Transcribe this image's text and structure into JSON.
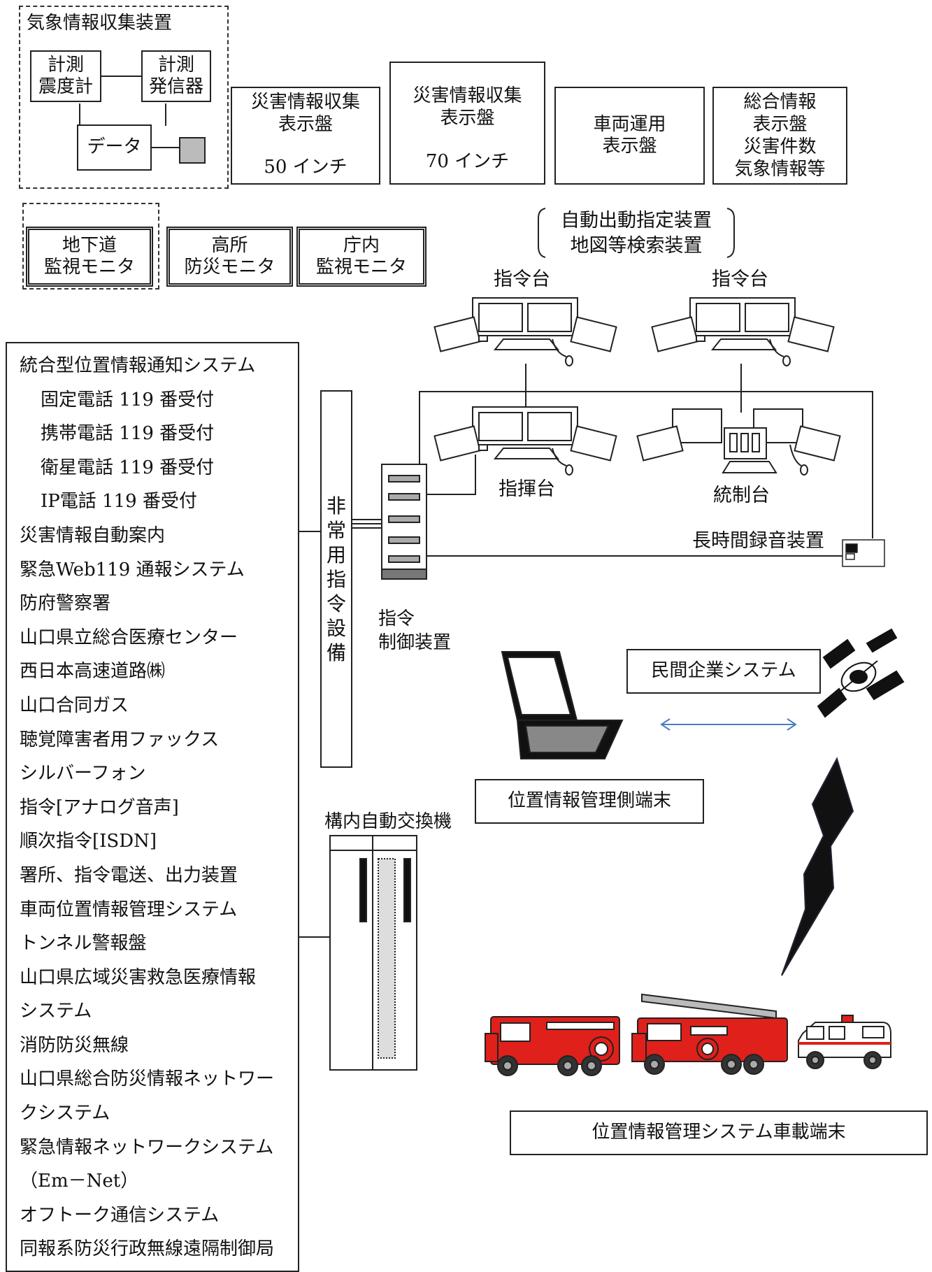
{
  "weather_device": {
    "title": "気象情報収集装置",
    "seismometer": [
      "計測",
      "震度計"
    ],
    "transmitter": [
      "計測",
      "発信器"
    ],
    "data_label": "データ"
  },
  "monitors": [
    {
      "lines": [
        "地下道",
        "監視モニタ"
      ]
    },
    {
      "lines": [
        "高所",
        "防災モニタ"
      ]
    },
    {
      "lines": [
        "庁内",
        "監視モニタ"
      ]
    }
  ],
  "display_panels": [
    {
      "lines": [
        "災害情報収集",
        "表示盤"
      ],
      "size": "50 インチ"
    },
    {
      "lines": [
        "災害情報収集",
        "表示盤"
      ],
      "size": "70 インチ"
    },
    {
      "lines": [
        "車両運用",
        "表示盤"
      ]
    },
    {
      "lines": [
        "総合情報",
        "表示盤",
        "災害件数",
        "気象情報等"
      ]
    }
  ],
  "auto_dispatch": {
    "lines": [
      "自動出動指定装置",
      "地図等検索装置"
    ]
  },
  "consoles": {
    "dispatch_1": "指令台",
    "dispatch_2": "指令台",
    "command": "指揮台",
    "control": "統制台"
  },
  "recorder": "長時間録音装置",
  "emergency_equipment": [
    "非",
    "常",
    "用",
    "指",
    "令",
    "設",
    "備"
  ],
  "command_controller": [
    "指令",
    "制御装置"
  ],
  "pbx": "構内自動交換機",
  "private_system": "民間企業システム",
  "location_terminal": "位置情報管理側端末",
  "vehicle_terminal": "位置情報管理システム車載端末",
  "left_list": [
    {
      "text": "統合型位置情報通知システム",
      "indent": false
    },
    {
      "text": "固定電話 119 番受付",
      "indent": true
    },
    {
      "text": "携帯電話 119 番受付",
      "indent": true
    },
    {
      "text": "衛星電話 119 番受付",
      "indent": true
    },
    {
      "text": "IP電話 119 番受付",
      "indent": true
    },
    {
      "text": "災害情報自動案内",
      "indent": false
    },
    {
      "text": "緊急Web119 通報システム",
      "indent": false
    },
    {
      "text": "防府警察署",
      "indent": false
    },
    {
      "text": "山口県立総合医療センター",
      "indent": false
    },
    {
      "text": "西日本高速道路㈱",
      "indent": false
    },
    {
      "text": "山口合同ガス",
      "indent": false
    },
    {
      "text": "聴覚障害者用ファックス",
      "indent": false
    },
    {
      "text": "シルバーフォン",
      "indent": false
    },
    {
      "text": "指令[アナログ音声]",
      "indent": false
    },
    {
      "text": "順次指令[ISDN]",
      "indent": false
    },
    {
      "text": "署所、指令電送、出力装置",
      "indent": false
    },
    {
      "text": "車両位置情報管理システム",
      "indent": false
    },
    {
      "text": "トンネル警報盤",
      "indent": false
    },
    {
      "text": "山口県広域災害救急医療情報",
      "indent": false
    },
    {
      "text": "システム",
      "indent": false
    },
    {
      "text": "消防防災無線",
      "indent": false
    },
    {
      "text": "山口県総合防災情報ネットワー",
      "indent": false
    },
    {
      "text": "クシステム",
      "indent": false
    },
    {
      "text": "緊急情報ネットワークシステム",
      "indent": false
    },
    {
      "text": "（Em－Net）",
      "indent": false
    },
    {
      "text": "オフトーク通信システム",
      "indent": false
    },
    {
      "text": "同報系防災行政無線遠隔制御局",
      "indent": false
    }
  ],
  "icons": [
    "workstation-icon",
    "laptop-icon",
    "satellite-icon",
    "lightning-icon",
    "fire-engine-icon",
    "ladder-truck-icon",
    "ambulance-icon"
  ],
  "colors": {
    "fire_red": "#e0201b",
    "arrow_blue": "#4a7fc1",
    "line": "#222222"
  }
}
